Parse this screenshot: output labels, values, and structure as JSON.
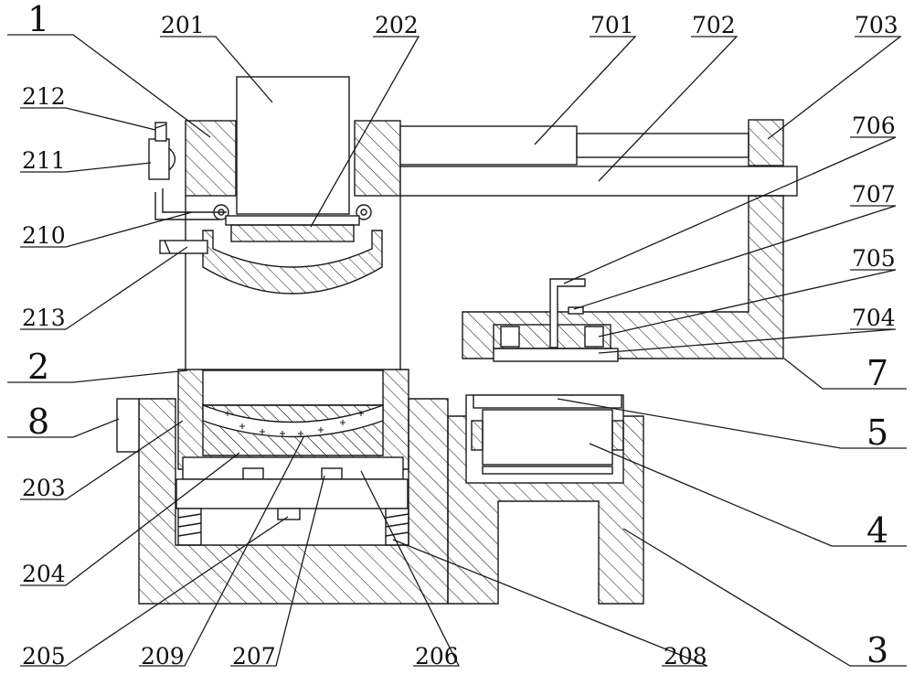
{
  "labels": {
    "l1": "1",
    "l201": "201",
    "l202": "202",
    "l701": "701",
    "l702": "702",
    "l703": "703",
    "l212": "212",
    "l211": "211",
    "l706": "706",
    "l707": "707",
    "l210": "210",
    "l705": "705",
    "l213": "213",
    "l704": "704",
    "l2": "2",
    "l7": "7",
    "l8": "8",
    "l5": "5",
    "l203": "203",
    "l4": "4",
    "l204": "204",
    "l205": "205",
    "l209": "209",
    "l207": "207",
    "l206": "206",
    "l208": "208",
    "l3": "3"
  },
  "colors": {
    "line": "#1a1a1a",
    "hatch": "#1a1a1a",
    "background": "#ffffff"
  }
}
